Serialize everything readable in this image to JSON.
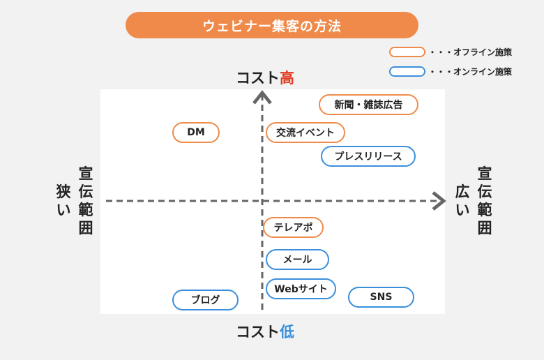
{
  "title": "ウェビナー集客の方法",
  "legend": {
    "offline": "・・・オフライン施策",
    "online": "・・・オンライン施策"
  },
  "axes": {
    "top_prefix": "コスト",
    "top_highlight": "高",
    "bottom_prefix": "コスト",
    "bottom_highlight": "低",
    "left_main": [
      "宣",
      "伝",
      "範",
      "囲"
    ],
    "left_highlight": [
      "狭",
      "い"
    ],
    "right_main": [
      "宣",
      "伝",
      "範",
      "囲"
    ],
    "right_highlight": [
      "広",
      "い"
    ]
  },
  "colors": {
    "offline": "#ef8a4a",
    "online": "#3a8fdc",
    "high_accent": "#e03a1e",
    "low_accent": "#3a8fdc",
    "axis": "#666666"
  },
  "nodes": [
    {
      "label": "新聞・雑誌広告",
      "type": "offline"
    },
    {
      "label": "DM",
      "type": "offline"
    },
    {
      "label": "交流イベント",
      "type": "offline"
    },
    {
      "label": "プレスリリース",
      "type": "online"
    },
    {
      "label": "テレアポ",
      "type": "offline"
    },
    {
      "label": "メール",
      "type": "online"
    },
    {
      "label": "Webサイト",
      "type": "online"
    },
    {
      "label": "ブログ",
      "type": "online"
    },
    {
      "label": "SNS",
      "type": "online"
    }
  ]
}
